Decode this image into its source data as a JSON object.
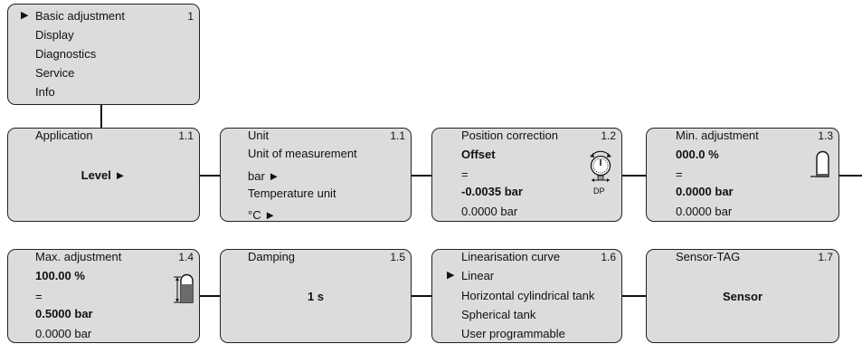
{
  "menu": {
    "number": "1",
    "items": [
      "Basic adjustment",
      "Display",
      "Diagnostics",
      "Service",
      "Info"
    ]
  },
  "row1": [
    {
      "title": "Application",
      "number": "1.1",
      "value": "Level"
    },
    {
      "title": "Unit",
      "number": "1.1",
      "line2": "Unit of measurement",
      "line3": "bar",
      "line4": "Temperature unit",
      "line5": "°C"
    },
    {
      "title": "Position correction",
      "number": "1.2",
      "line2": "Offset",
      "line3": "=",
      "line4": "-0.0035 bar",
      "line5": "0.0000 bar",
      "icon_label": "DP"
    },
    {
      "title": "Min. adjustment",
      "number": "1.3",
      "line2": "000.0 %",
      "line3": "=",
      "line4": "0.0000 bar",
      "line5": "0.0000 bar"
    }
  ],
  "row2": [
    {
      "title": "Max. adjustment",
      "number": "1.4",
      "line2": "100.00 %",
      "line3": "=",
      "line4": "0.5000 bar",
      "line5": "0.0000 bar"
    },
    {
      "title": "Damping",
      "number": "1.5",
      "value": "1 s"
    },
    {
      "title": "Linearisation curve",
      "number": "1.6",
      "options": [
        "Linear",
        "Horizontal cylindrical tank",
        "Spherical tank",
        "User programmable"
      ]
    },
    {
      "title": "Sensor-TAG",
      "number": "1.7",
      "value": "Sensor"
    }
  ]
}
